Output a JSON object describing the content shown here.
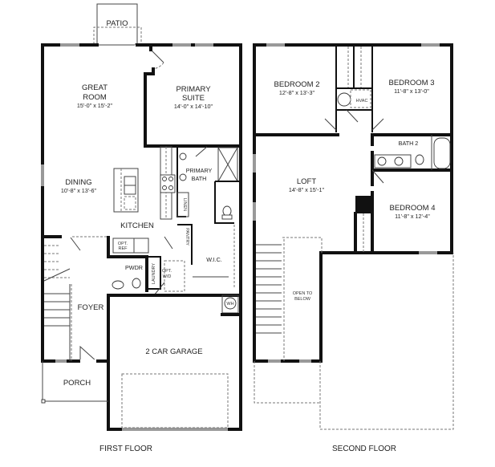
{
  "first_floor": {
    "title": "FIRST FLOOR",
    "rooms": {
      "patio": {
        "name": "PATIO"
      },
      "great_room": {
        "name_line1": "GREAT",
        "name_line2": "ROOM",
        "dims": "15'-0\" x 15'-2\""
      },
      "primary_suite": {
        "name_line1": "PRIMARY",
        "name_line2": "SUITE",
        "dims": "14'-0\" x 14'-10\""
      },
      "dining": {
        "name": "DINING",
        "dims": "10'-8\" x 13'-6\""
      },
      "kitchen": {
        "name": "KITCHEN"
      },
      "primary_bath": {
        "name_line1": "PRIMARY",
        "name_line2": "BATH"
      },
      "linen": {
        "name": "LINEN"
      },
      "pantry": {
        "name": "PANTRY"
      },
      "opt_ref": {
        "line1": "OPT.",
        "line2": "REF"
      },
      "pwdr": {
        "name": "PWDR"
      },
      "laundry": {
        "name": "LAUNDRY"
      },
      "opt_wd": {
        "line1": "OPT.",
        "line2": "W/D"
      },
      "wic": {
        "name": "W.I.C."
      },
      "wh": {
        "name": "WH"
      },
      "foyer": {
        "name": "FOYER"
      },
      "garage": {
        "name": "2 CAR GARAGE"
      },
      "porch": {
        "name": "PORCH"
      }
    }
  },
  "second_floor": {
    "title": "SECOND FLOOR",
    "rooms": {
      "bedroom2": {
        "name": "BEDROOM 2",
        "dims": "12'-8\" x 13'-3\""
      },
      "bedroom3": {
        "name": "BEDROOM 3",
        "dims": "11'-8\" x 13'-0\""
      },
      "hvac": {
        "name": "HVAC"
      },
      "bath2": {
        "name": "BATH 2"
      },
      "loft": {
        "name": "LOFT",
        "dims": "14'-8\" x 15'-1\""
      },
      "bedroom4": {
        "name": "BEDROOM 4",
        "dims": "11'-8\" x 12'-4\""
      },
      "open_to_below": {
        "line1": "OPEN TO",
        "line2": "BELOW"
      }
    }
  },
  "colors": {
    "wall": "#111111",
    "window": "#999999",
    "background": "#ffffff"
  }
}
